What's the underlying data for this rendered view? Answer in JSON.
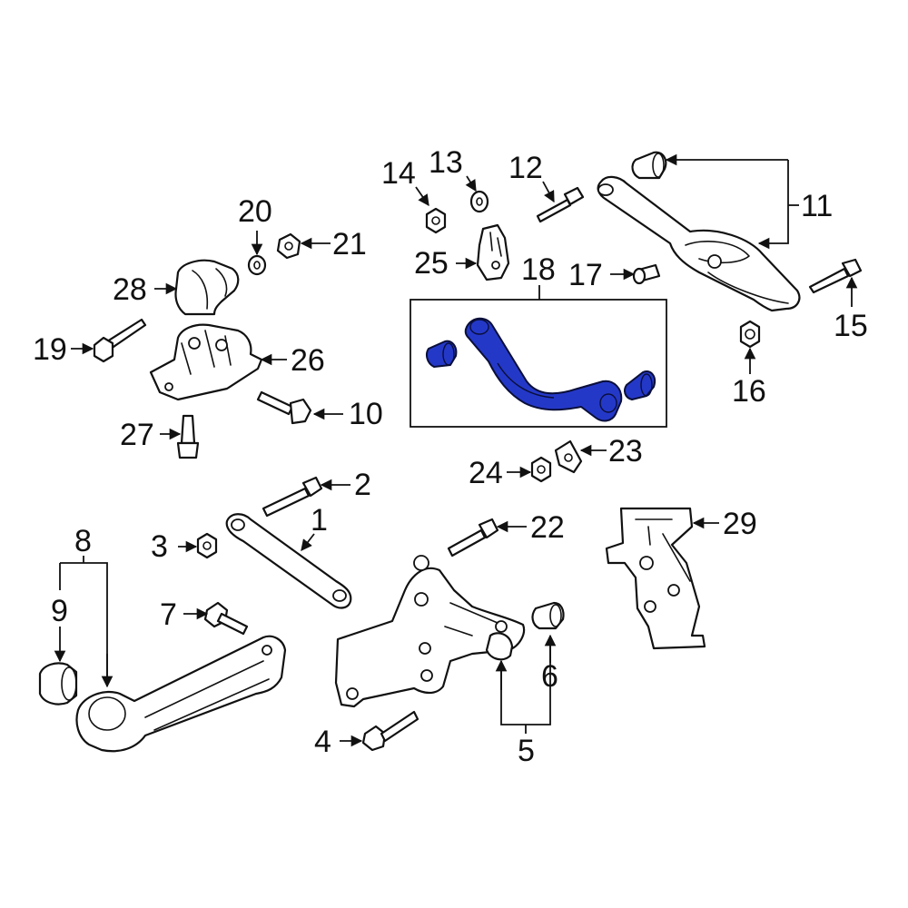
{
  "callouts": {
    "c1": "1",
    "c2": "2",
    "c3": "3",
    "c4": "4",
    "c5": "5",
    "c6": "6",
    "c7": "7",
    "c8": "8",
    "c9": "9",
    "c10": "10",
    "c11": "11",
    "c12": "12",
    "c13": "13",
    "c14": "14",
    "c15": "15",
    "c16": "16",
    "c17": "17",
    "c18": "18",
    "c19": "19",
    "c20": "20",
    "c21": "21",
    "c22": "22",
    "c23": "23",
    "c24": "24",
    "c25": "25",
    "c26": "26",
    "c27": "27",
    "c28": "28",
    "c29": "29"
  },
  "colors": {
    "highlight": "#2438c8",
    "line": "#111111",
    "background": "#ffffff"
  }
}
